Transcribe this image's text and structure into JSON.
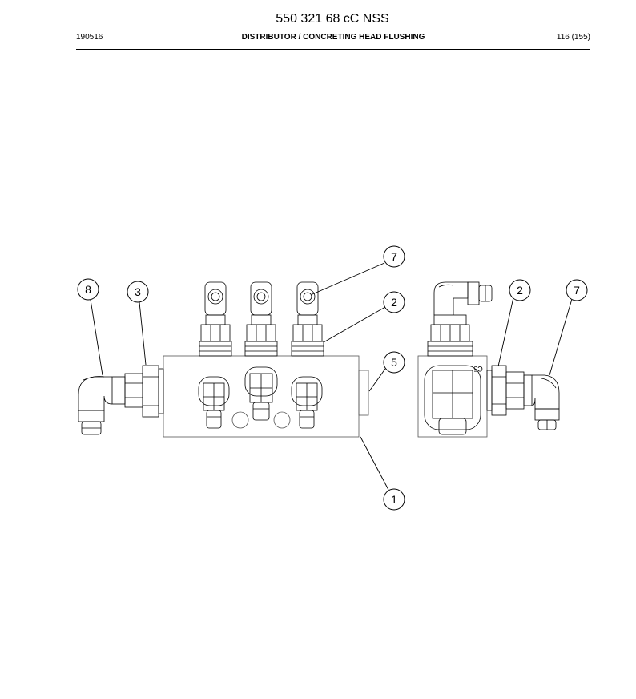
{
  "header": {
    "doc_number": "550 321 68 cC NSS",
    "date_code": "190516",
    "section_title": "DISTRIBUTOR / CONCRETING HEAD FLUSHING",
    "page_indicator": "116 (155)"
  },
  "callouts": [
    {
      "id": "callout-8a",
      "label": "8"
    },
    {
      "id": "callout-3",
      "label": "3"
    },
    {
      "id": "callout-7a",
      "label": "7"
    },
    {
      "id": "callout-2a",
      "label": "2"
    },
    {
      "id": "callout-5",
      "label": "5"
    },
    {
      "id": "callout-1",
      "label": "1"
    },
    {
      "id": "callout-2b",
      "label": "2"
    },
    {
      "id": "callout-7b",
      "label": "7"
    }
  ],
  "stamped_marks": {
    "port_mark": "C5"
  }
}
